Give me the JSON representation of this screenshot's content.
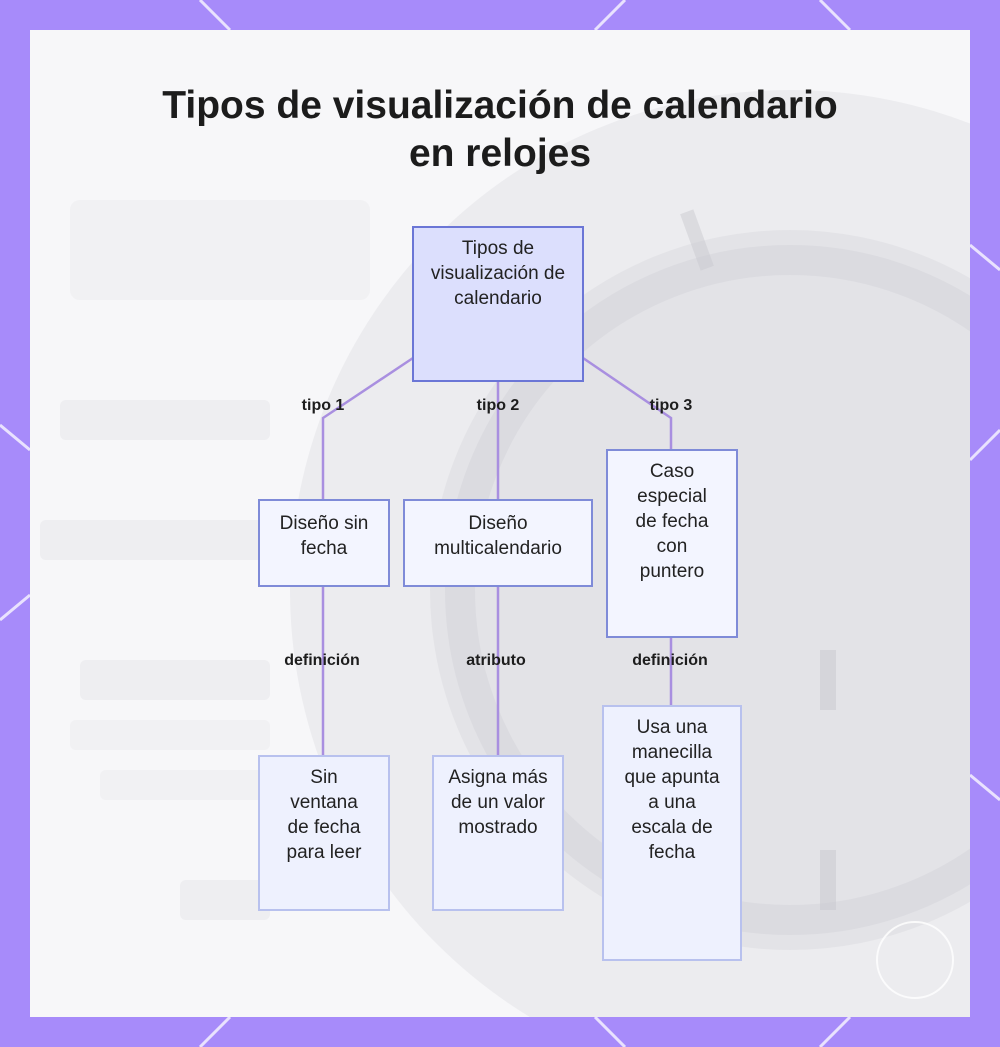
{
  "diagram": {
    "title_line1": "Tipos de visualización de calendario",
    "title_line2": "en relojes",
    "colors": {
      "frame": "#a78bfa",
      "card": "#f7f7f9",
      "connector": "#a98fe0",
      "node_border": "#7f8bd8",
      "root_fill": "#dcdffd",
      "node_fill": "#f1f3ff"
    },
    "nodes": {
      "root": {
        "label": "Tipos de visualización de calendario"
      },
      "sin_fecha": {
        "label": "Diseño sin fecha"
      },
      "multicalendario": {
        "label": "Diseño multicalendario"
      },
      "puntero": {
        "label": "Caso especial de fecha con puntero"
      },
      "sin_ventana": {
        "label": "Sin ventana de fecha para leer"
      },
      "asigna": {
        "label": "Asigna más de un valor mostrado"
      },
      "manecilla": {
        "label": "Usa una manecilla que apunta a una escala de fecha"
      }
    },
    "edges": {
      "tipo1": "tipo 1",
      "tipo2": "tipo 2",
      "tipo3": "tipo 3",
      "definicion1": "definición",
      "atributo": "atributo",
      "definicion2": "definición"
    }
  }
}
